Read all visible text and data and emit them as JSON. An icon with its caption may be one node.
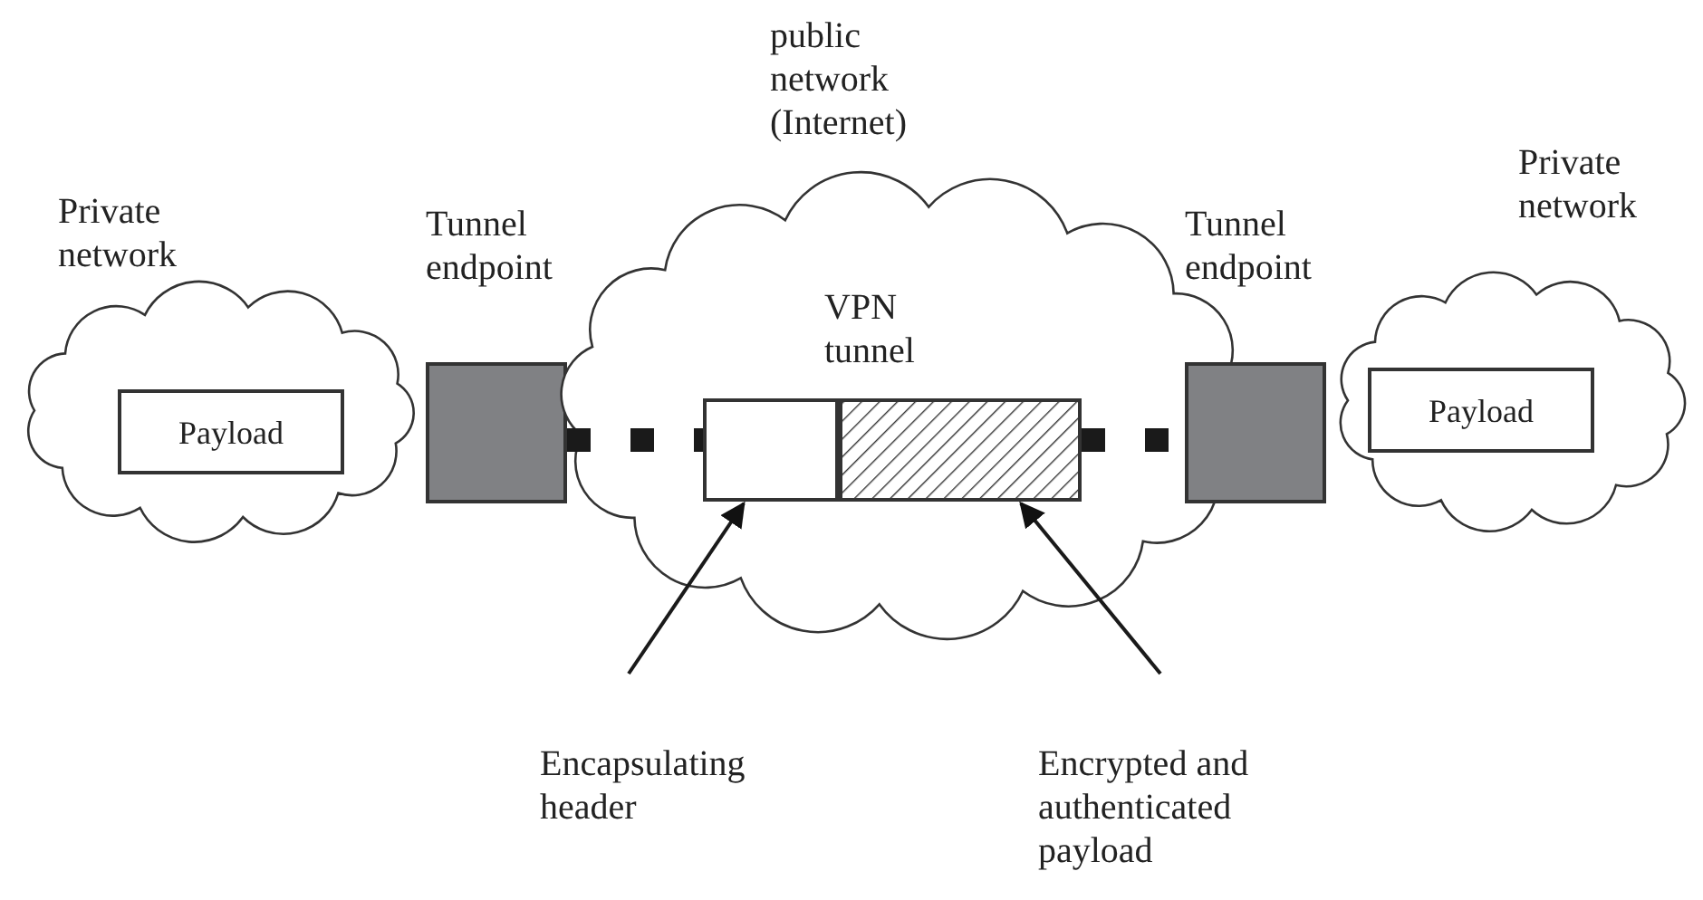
{
  "diagram": {
    "nodes": [
      {
        "text": [
          "Private network"
        ]
      },
      {
        "text": [
          "Payload"
        ],
        "in": 0
      },
      {
        "text": [
          "Tunnel endpoint"
        ]
      },
      {
        "text": [
          "public network (Internet)",
          "VPN tunnel"
        ]
      },
      {
        "text": [],
        "shape": "box",
        "in": 3
      },
      {
        "text": [],
        "shape": "box",
        "in": 3
      },
      {
        "text": [
          "Tunnel endpoint"
        ]
      },
      {
        "text": [
          "Private network"
        ]
      },
      {
        "text": [
          "Payload"
        ],
        "in": 7
      },
      {
        "text": [
          "Encapsulating header"
        ]
      },
      {
        "text": [
          "Encrypted and authenticated payload"
        ]
      }
    ],
    "edges": [
      {
        "from": 2,
        "to": 4,
        "arrow": "none",
        "style": "dashed"
      },
      {
        "from": 5,
        "to": 6,
        "arrow": "none",
        "style": "dashed"
      },
      {
        "from": 9,
        "to": 4,
        "arrow": "to"
      },
      {
        "from": 10,
        "to": 5,
        "arrow": "to"
      }
    ]
  }
}
